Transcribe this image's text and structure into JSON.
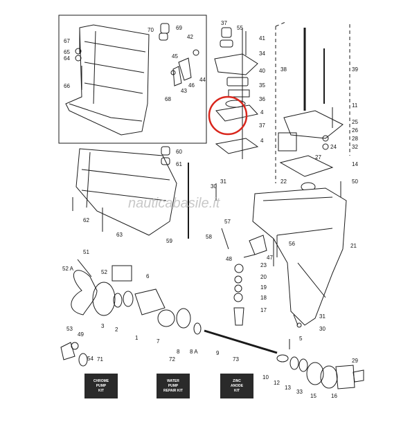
{
  "watermark": "nauticabasile.it",
  "callouts": {
    "c67": "67",
    "c65": "65",
    "c64": "64",
    "c66": "66",
    "c70": "70",
    "c69": "69",
    "c42": "42",
    "c45": "45",
    "c43": "43",
    "c46": "46",
    "c44": "44",
    "c68": "68",
    "c37": "37",
    "c55": "55",
    "c41": "41",
    "c34": "34",
    "c40": "40",
    "c35": "35",
    "c36": "36",
    "c4a": "4",
    "c37b": "37",
    "c4b": "4",
    "c38": "38",
    "c39": "39",
    "c11": "11",
    "c25": "25",
    "c26": "26",
    "c28": "28",
    "c24": "24",
    "c32": "32",
    "c27": "27",
    "c14": "14",
    "c22": "22",
    "c50": "50",
    "c60": "60",
    "c61": "61",
    "c30": "30",
    "c31": "31",
    "c62": "62",
    "c63": "63",
    "c59": "59",
    "c58": "58",
    "c57": "57",
    "c48": "48",
    "c47": "47",
    "c56": "56",
    "c21": "21",
    "c23": "23",
    "c20": "20",
    "c19": "19",
    "c18": "18",
    "c17": "17",
    "c51": "51",
    "c52a": "52 A",
    "c52": "52",
    "c6": "6",
    "c3": "3",
    "c2": "2",
    "c1": "1",
    "c7": "7",
    "c8": "8",
    "c8a": "8 A",
    "c9": "9",
    "c31b": "31",
    "c30b": "30",
    "c53": "53",
    "c49": "49",
    "c54": "54",
    "c5": "5",
    "c10": "10",
    "c12": "12",
    "c13": "13",
    "c33": "33",
    "c15": "15",
    "c16": "16",
    "c29": "29",
    "c71": "71",
    "c72": "72",
    "c73": "73"
  },
  "kits": {
    "chrome": [
      "CHROME",
      "PUMP",
      "KIT"
    ],
    "water": [
      "WATER",
      "PUMP",
      "REPAIR KIT"
    ],
    "zinc": [
      "ZINC",
      "ANODE",
      "KIT"
    ]
  },
  "highlight_color": "#d9261c"
}
